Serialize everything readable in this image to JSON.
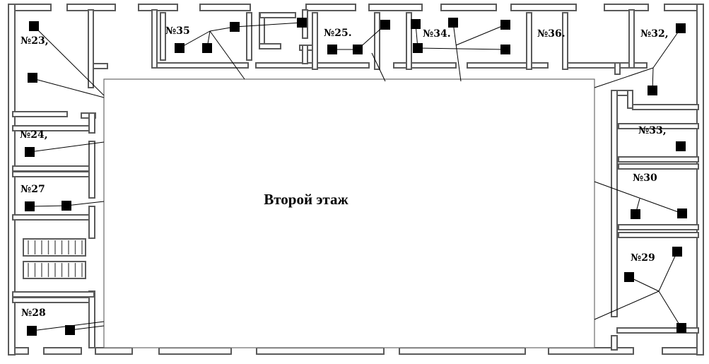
{
  "floor_title": "Второй этаж",
  "rooms": [
    {
      "id": "r23",
      "label": "№23,"
    },
    {
      "id": "r35",
      "label": "№35"
    },
    {
      "id": "r25",
      "label": "№25."
    },
    {
      "id": "r34",
      "label": "№34."
    },
    {
      "id": "r36",
      "label": "№36."
    },
    {
      "id": "r32",
      "label": "№32,"
    },
    {
      "id": "r24",
      "label": "№24,"
    },
    {
      "id": "r33",
      "label": "№33,"
    },
    {
      "id": "r27",
      "label": "№27"
    },
    {
      "id": "r30",
      "label": "№30"
    },
    {
      "id": "r29",
      "label": "№29"
    },
    {
      "id": "r28",
      "label": "№28"
    }
  ],
  "colors": {
    "wall": "#5a5a5a",
    "device": "#000000",
    "wire": "#000000",
    "background": "#ffffff"
  }
}
